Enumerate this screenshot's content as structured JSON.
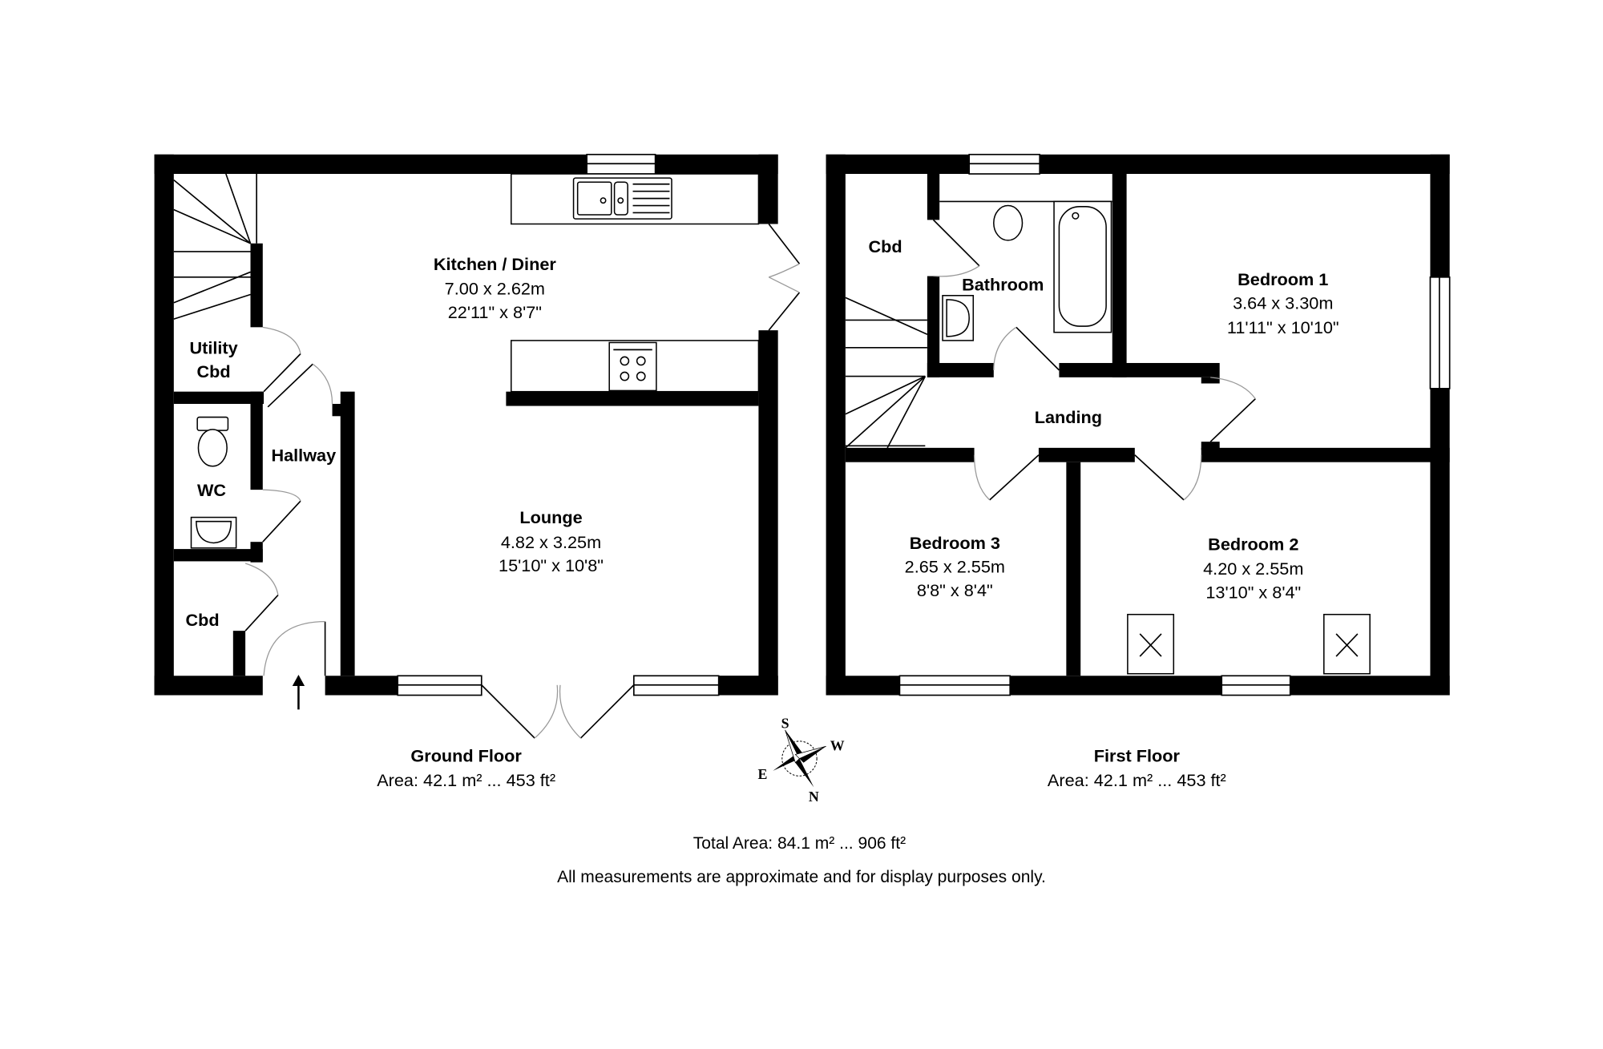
{
  "ground_floor": {
    "title": "Ground Floor",
    "area": "Area: 42.1 m² ... 453 ft²",
    "rooms": {
      "kitchen": {
        "name": "Kitchen / Diner",
        "metric": "7.00 x 2.62m",
        "imperial": "22'11\" x 8'7\""
      },
      "lounge": {
        "name": "Lounge",
        "metric": "4.82 x 3.25m",
        "imperial": "15'10\" x 10'8\""
      },
      "utility_1": "Utility",
      "utility_2": "Cbd",
      "hallway": "Hallway",
      "wc": "WC",
      "cbd": "Cbd"
    }
  },
  "first_floor": {
    "title": "First Floor",
    "area": "Area: 42.1 m² ... 453 ft²",
    "rooms": {
      "bedroom1": {
        "name": "Bedroom 1",
        "metric": "3.64 x 3.30m",
        "imperial": "11'11\" x 10'10\""
      },
      "bedroom2": {
        "name": "Bedroom 2",
        "metric": "4.20 x 2.55m",
        "imperial": "13'10\" x 8'4\""
      },
      "bedroom3": {
        "name": "Bedroom 3",
        "metric": "2.65 x 2.55m",
        "imperial": "8'8\" x 8'4\""
      },
      "bathroom": "Bathroom",
      "landing": "Landing",
      "cbd": "Cbd"
    }
  },
  "compass": {
    "s": "S",
    "w": "W",
    "e": "E",
    "n": "N"
  },
  "footer": {
    "total_area": "Total Area: 84.1 m² ... 906 ft²",
    "disclaimer": "All measurements are approximate and for display purposes only."
  }
}
